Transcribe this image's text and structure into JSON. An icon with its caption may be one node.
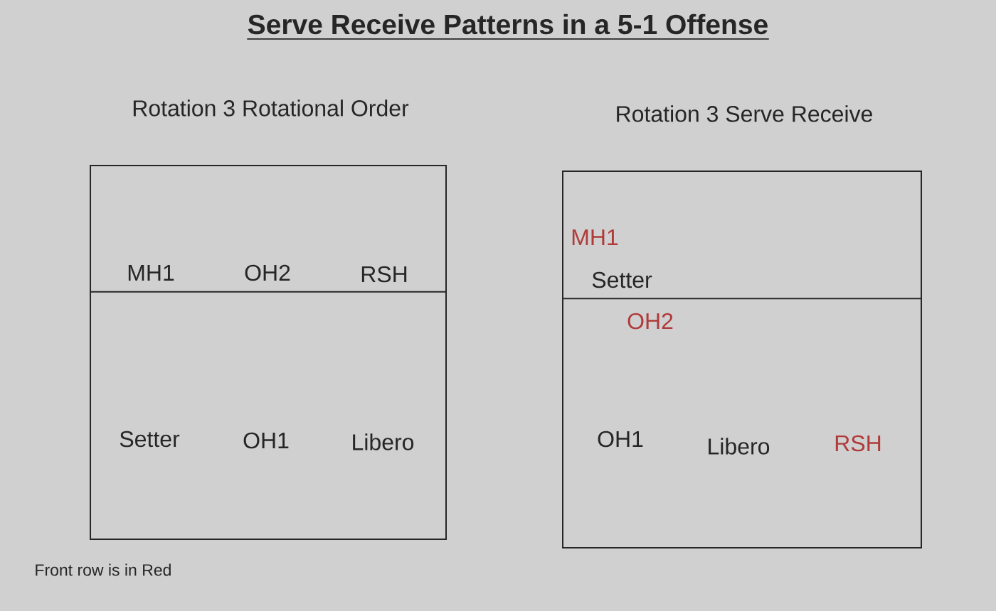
{
  "diagram": {
    "title": "Serve Receive Patterns in a 5-1 Offense",
    "nodes": [
      {
        "text": [
          "Rotation 3 Rotational Order",
          "MH1",
          "OH2",
          "RSH",
          "Setter",
          "OH1",
          "Libero"
        ]
      },
      {
        "text": [
          "Rotation 3 Serve Receive",
          "MH1",
          "Setter",
          "OH2",
          "OH1",
          "Libero",
          "RSH"
        ]
      }
    ],
    "labels": [
      "Front row is in Red"
    ]
  }
}
